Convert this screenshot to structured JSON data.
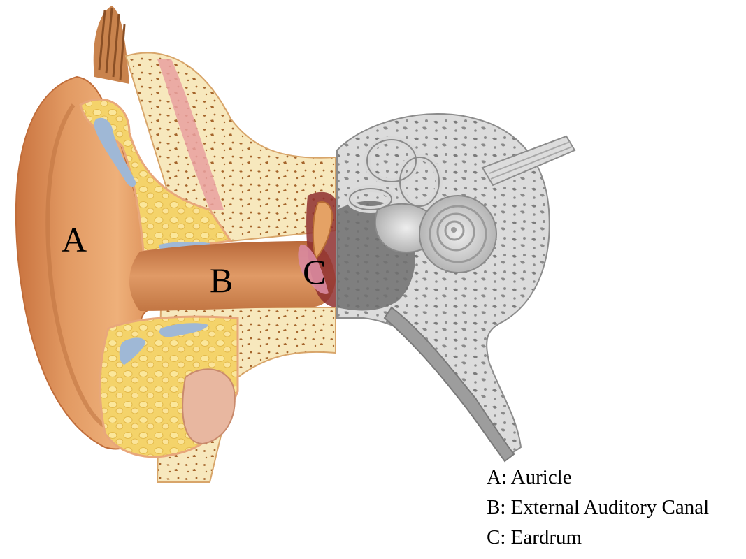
{
  "markers": {
    "a": "A",
    "b": "B",
    "c": "C"
  },
  "legend": [
    {
      "letter": "A:",
      "term": "Auricle"
    },
    {
      "letter": "B:",
      "term": "External Auditory Canal"
    },
    {
      "letter": "C:",
      "term": "Eardrum"
    }
  ],
  "colors": {
    "skin": "#e29a63",
    "skin_dark": "#c9733f",
    "fat": "#f4d36a",
    "cartilage": "#9fb8d6",
    "bone_tint": "#f6e6b4",
    "muscle": "#e9a0a0",
    "inner_gray": "#bdbdbd",
    "inner_dark": "#6f6f6f"
  }
}
